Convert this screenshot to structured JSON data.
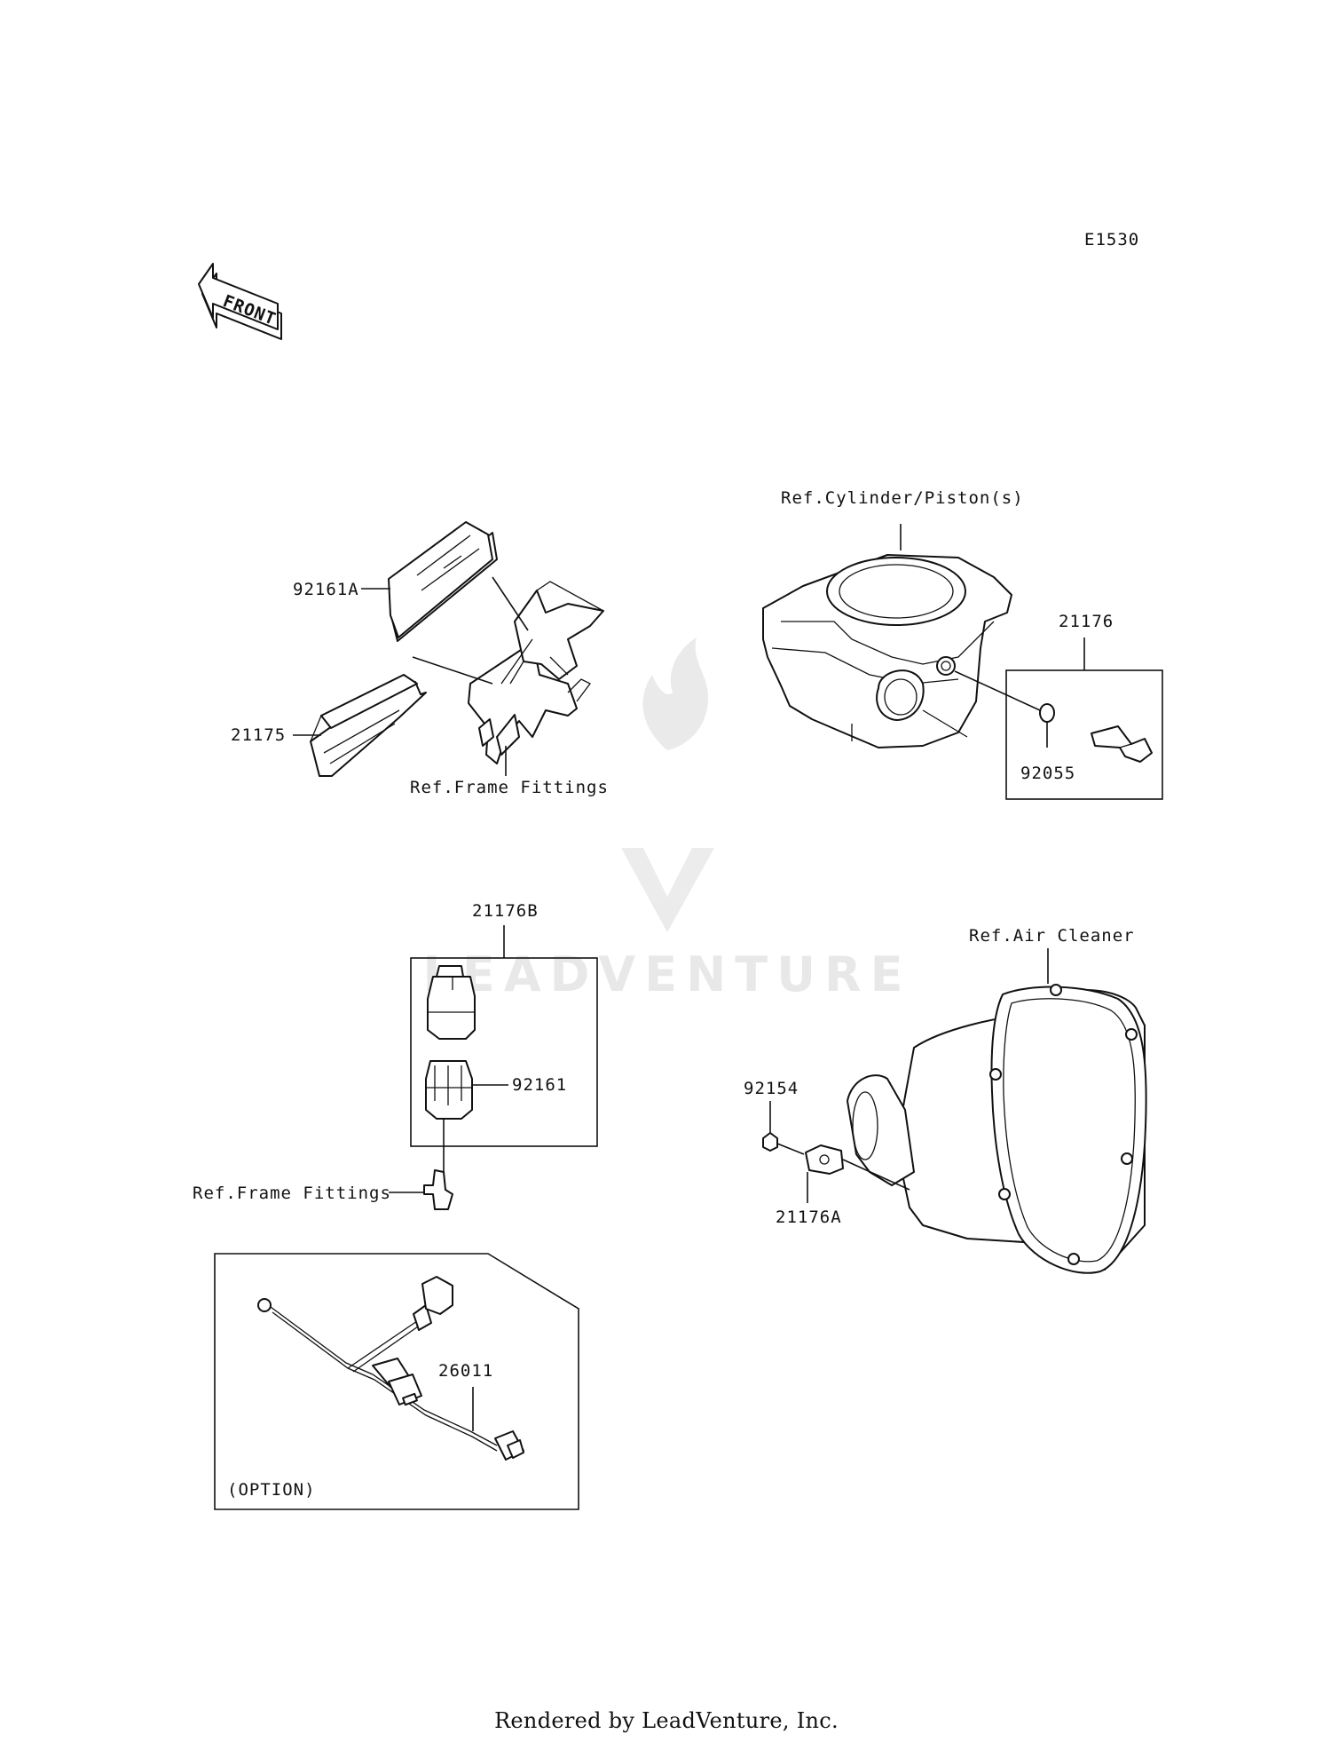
{
  "diagram_code": "E1530",
  "front_arrow": {
    "label": "FRONT",
    "icon": "front-direction-arrow-icon"
  },
  "callouts": {
    "p92161A": "92161A",
    "p21175": "21175",
    "ref_frame_fittings_1": "Ref.Frame Fittings",
    "ref_cylinder": "Ref.Cylinder/Piston(s)",
    "p21176": "21176",
    "p92055": "92055",
    "p21176B": "21176B",
    "p92161": "92161",
    "ref_frame_fittings_2": "Ref.Frame Fittings",
    "ref_air_cleaner": "Ref.Air Cleaner",
    "p92154": "92154",
    "p21176A": "21176A",
    "p26011": "26011",
    "option": "(OPTION)"
  },
  "watermark": "LEADVENTURE",
  "footer": "Rendered by LeadVenture, Inc."
}
